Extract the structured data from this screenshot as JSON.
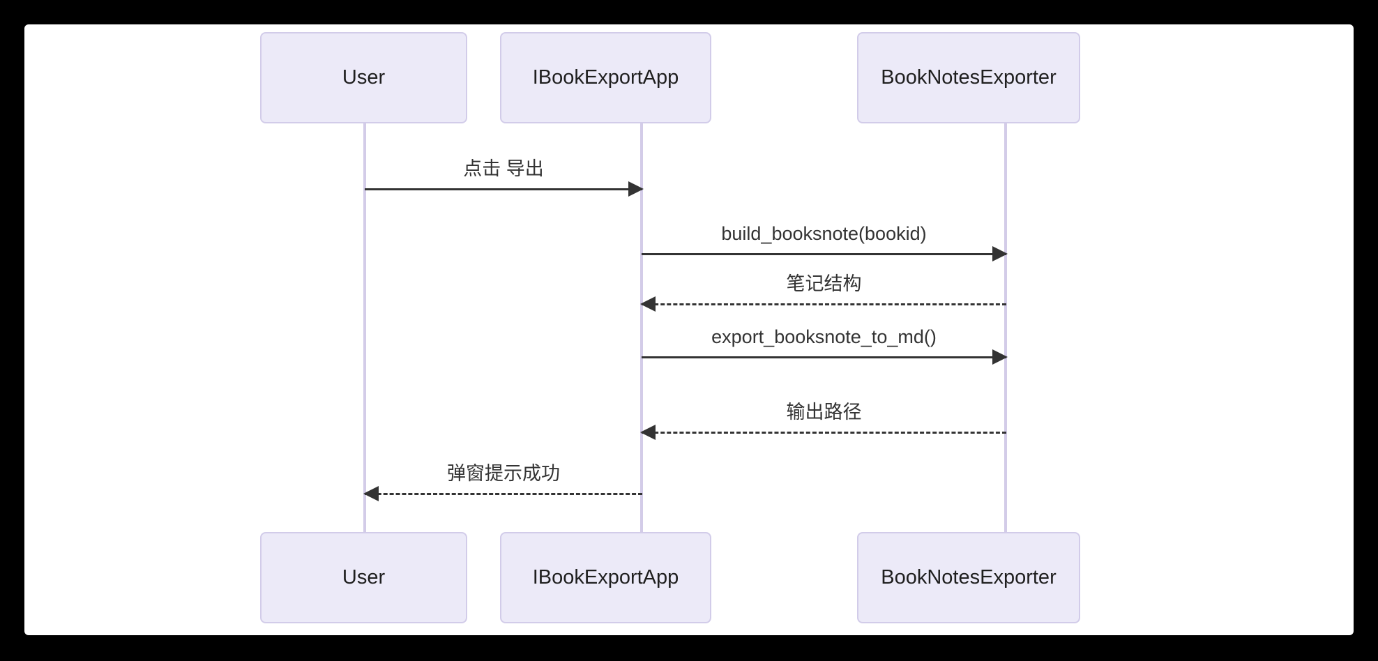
{
  "diagram": {
    "type": "sequence-diagram",
    "background_color": "#000000",
    "canvas_color": "#ffffff",
    "actor_fill": "#ECEAF8",
    "actor_border": "#D2CCE9",
    "lifeline_color": "#D3CCE8",
    "line_color": "#333333",
    "participants": [
      {
        "id": "user",
        "label": "User"
      },
      {
        "id": "app",
        "label": "IBookExportApp"
      },
      {
        "id": "exporter",
        "label": "BookNotesExporter"
      }
    ],
    "messages": [
      {
        "label": "点击 导出",
        "from": "user",
        "to": "app",
        "style": "solid",
        "direction": "right"
      },
      {
        "label": "build_booksnote(bookid)",
        "from": "app",
        "to": "exporter",
        "style": "solid",
        "direction": "right"
      },
      {
        "label": "笔记结构",
        "from": "exporter",
        "to": "app",
        "style": "dashed",
        "direction": "left"
      },
      {
        "label": "export_booksnote_to_md()",
        "from": "app",
        "to": "exporter",
        "style": "solid",
        "direction": "right"
      },
      {
        "label": "输出路径",
        "from": "exporter",
        "to": "app",
        "style": "dashed",
        "direction": "left"
      },
      {
        "label": "弹窗提示成功",
        "from": "app",
        "to": "user",
        "style": "dashed",
        "direction": "left"
      }
    ]
  }
}
